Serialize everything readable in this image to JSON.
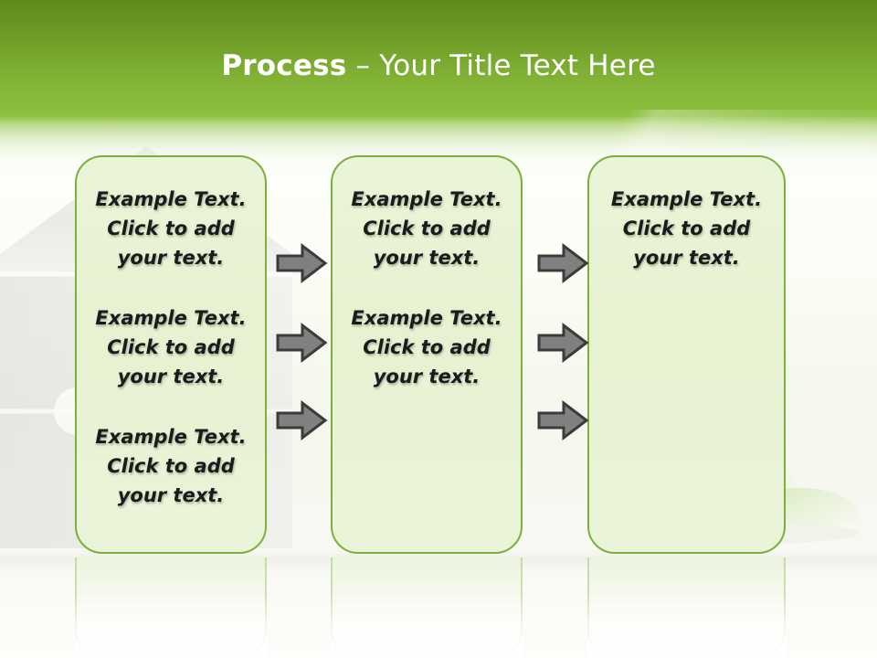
{
  "slide": {
    "title": {
      "bold_part": "Process",
      "rest_part": " – Your Title Text Here",
      "full": "Process – Your Title Text Here"
    },
    "colors": {
      "header_green_top": "#5e8a1d",
      "header_green_bottom": "#8dc03e",
      "box_border": "#7cb03a",
      "box_fill": "#e8f2d4",
      "arrow_fill": "#808080",
      "arrow_outline": "#3b3b3b",
      "title_text": "#ffffff",
      "body_text": "#1b1b1b"
    }
  },
  "columns": [
    {
      "id": "column-1",
      "blocks": [
        "Example Text.\nClick  to add\nyour text.",
        "Example Text.\nClick  to add\nyour text.",
        "Example Text.\nClick  to add\nyour text."
      ]
    },
    {
      "id": "column-2",
      "blocks": [
        "Example Text.\nClick  to add\nyour text.",
        "Example Text.\nClick  to add\nyour text."
      ]
    },
    {
      "id": "column-3",
      "blocks": [
        "Example Text.\nClick  to add\nyour text."
      ]
    }
  ],
  "connectors": {
    "icon": "right-arrow-icon",
    "group_1_count": 3,
    "group_2_count": 3
  },
  "background": {
    "left_graphic": "puzzle-house-graphic",
    "right_graphic": "green-person-figure-graphic"
  }
}
